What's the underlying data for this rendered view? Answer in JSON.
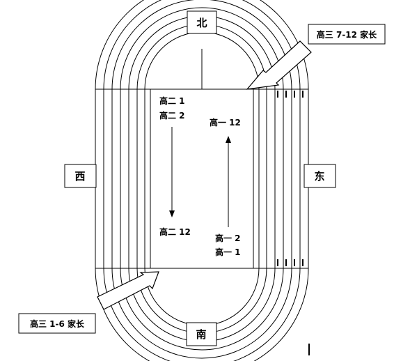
{
  "directions": {
    "north": "北",
    "south": "南",
    "west": "西",
    "east": "东"
  },
  "classes": {
    "g2_1": "高二 1",
    "g2_2": "高二 2",
    "g2_12": "高二 12",
    "g1_12": "高一 12",
    "g1_2": "高一 2",
    "g1_1": "高一 1"
  },
  "notes": {
    "parents_7_12": "高三 7-12 家长",
    "parents_1_6": "高三 1-6 家长"
  }
}
